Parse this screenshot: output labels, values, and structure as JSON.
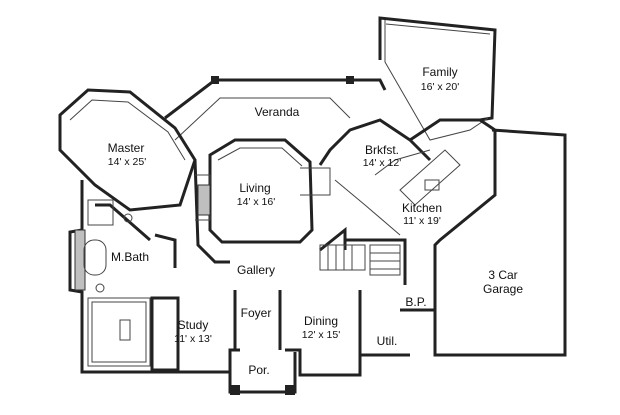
{
  "rooms": {
    "family": {
      "name": "Family",
      "dims": "16' x 20'"
    },
    "veranda": {
      "name": "Veranda"
    },
    "master": {
      "name": "Master",
      "dims": "14' x 25'"
    },
    "brkfst": {
      "name": "Brkfst.",
      "dims": "14' x 12'"
    },
    "living": {
      "name": "Living",
      "dims": "14' x 16'"
    },
    "kitchen": {
      "name": "Kitchen",
      "dims": "11' x 19'"
    },
    "mbath": {
      "name": "M.Bath"
    },
    "gallery": {
      "name": "Gallery"
    },
    "garage": {
      "name": "3 Car",
      "name2": "Garage"
    },
    "foyer": {
      "name": "Foyer"
    },
    "bp": {
      "name": "B.P."
    },
    "study": {
      "name": "Study",
      "dims": "11' x 13'"
    },
    "dining": {
      "name": "Dining",
      "dims": "12' x 15'"
    },
    "util": {
      "name": "Util."
    },
    "por": {
      "name": "Por."
    }
  }
}
